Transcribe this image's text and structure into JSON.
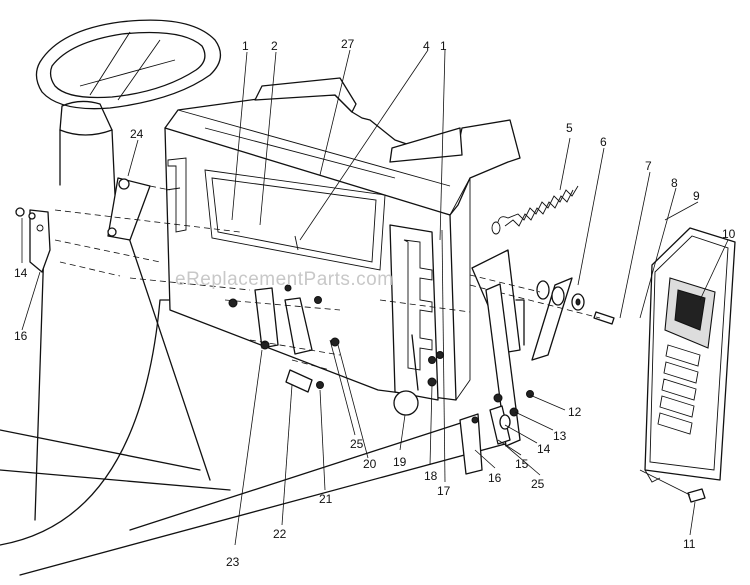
{
  "watermark": "eReplacementParts.com",
  "callouts": {
    "c1a": "1",
    "c2": "2",
    "c27": "27",
    "c4": "4",
    "c1b": "1",
    "c5": "5",
    "c6": "6",
    "c7": "7",
    "c8": "8",
    "c9": "9",
    "c10": "10",
    "c24": "24",
    "c14a": "14",
    "c16a": "16",
    "c12": "12",
    "c13": "13",
    "c14b": "14",
    "c15": "15",
    "c25b": "25",
    "c16b": "16",
    "c25a": "25",
    "c20": "20",
    "c19": "19",
    "c18": "18",
    "c17": "17",
    "c21": "21",
    "c22": "22",
    "c23": "23",
    "c11": "11"
  }
}
